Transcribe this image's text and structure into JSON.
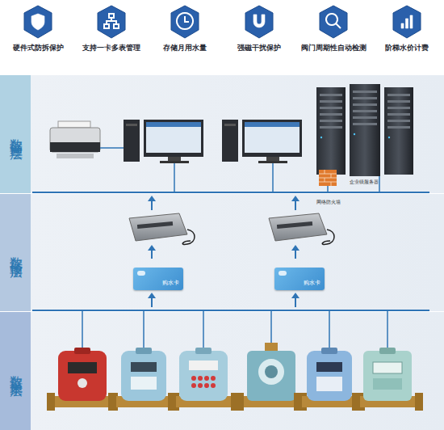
{
  "diagram": {
    "nodes": [
      {
        "text": [
          "硬件式防拆保护"
        ]
      },
      {
        "text": [
          "支持一卡多表管理"
        ]
      },
      {
        "text": [
          "存储月用水量"
        ]
      },
      {
        "text": [
          "强磁干扰保护"
        ]
      },
      {
        "text": [
          "阀门周期性自动检测"
        ]
      },
      {
        "text": [
          "阶梯水价计费"
        ]
      },
      {
        "text": [
          "数据管理层"
        ]
      },
      {
        "text": [
          "数据传输层"
        ]
      },
      {
        "text": [
          "数据采集层"
        ]
      },
      {
        "text": [
          "购水卡"
        ],
        "in": 7
      },
      {
        "text": [
          "购水卡"
        ],
        "in": 7
      }
    ],
    "labels": [
      "企业级服务器",
      "网络防火墙"
    ]
  }
}
